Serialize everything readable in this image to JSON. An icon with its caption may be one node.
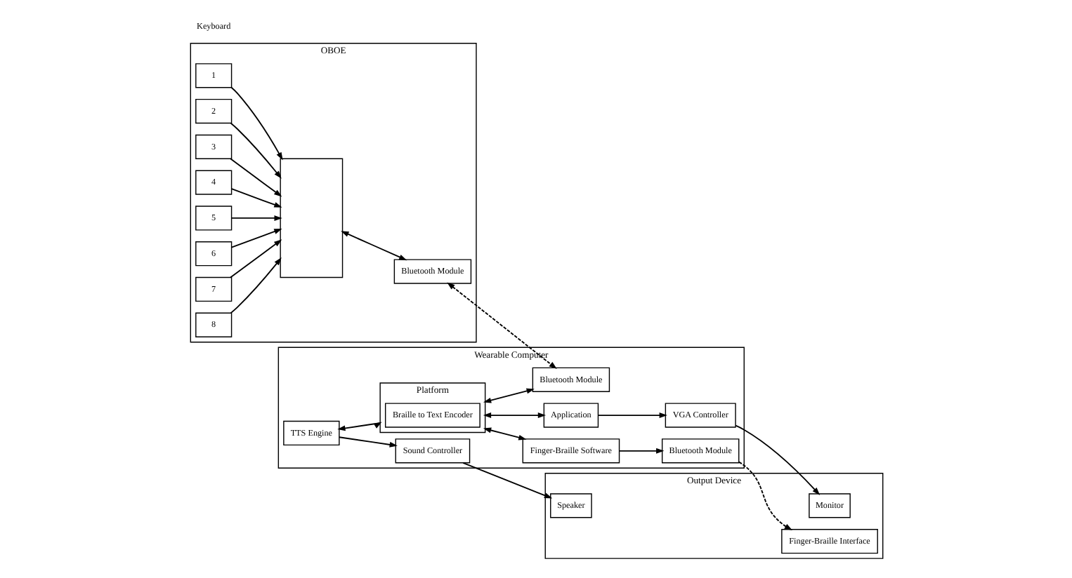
{
  "diagram": {
    "nodes": [
      {
        "text": [
          "OBOE"
        ]
      },
      {
        "text": [
          "1"
        ],
        "in": 0
      },
      {
        "text": [
          "2"
        ],
        "in": 0
      },
      {
        "text": [
          "3"
        ],
        "in": 0
      },
      {
        "text": [
          "4"
        ],
        "in": 0
      },
      {
        "text": [
          "5"
        ],
        "in": 0
      },
      {
        "text": [
          "6"
        ],
        "in": 0
      },
      {
        "text": [
          "7"
        ],
        "in": 0
      },
      {
        "text": [
          "8"
        ],
        "in": 0
      },
      {
        "text": [],
        "shape": "box",
        "in": 0
      },
      {
        "text": [
          "Bluetooth Module"
        ],
        "in": 0
      },
      {
        "text": [
          "Wearable Computer"
        ]
      },
      {
        "text": [
          "TTS Engine"
        ],
        "in": 11
      },
      {
        "text": [
          "Sound Controller"
        ],
        "in": 11
      },
      {
        "text": [
          "Finger-Braille Software"
        ],
        "in": 11
      },
      {
        "text": [
          "Platform"
        ],
        "in": 11
      },
      {
        "text": [
          "Braille to Text Encoder"
        ],
        "in": 15
      },
      {
        "text": [
          "Bluetooth Module"
        ],
        "in": 11
      },
      {
        "text": [
          "Application"
        ],
        "in": 11
      },
      {
        "text": [
          "Bluetooth Module"
        ],
        "in": 11
      },
      {
        "text": [
          "VGA Controller"
        ],
        "in": 11
      },
      {
        "text": [
          "Output Device"
        ]
      },
      {
        "text": [
          "Speaker"
        ],
        "in": 21
      },
      {
        "text": [
          "Finger-Braille Interface"
        ],
        "in": 21
      },
      {
        "text": [
          "Monitor"
        ],
        "in": 21
      }
    ],
    "edges": [
      {
        "from": 1,
        "to": 9,
        "arrow": "to"
      },
      {
        "from": 2,
        "to": 9,
        "arrow": "to"
      },
      {
        "from": 3,
        "to": 9,
        "arrow": "to"
      },
      {
        "from": 4,
        "to": 9,
        "arrow": "to"
      },
      {
        "from": 5,
        "to": 9,
        "arrow": "to"
      },
      {
        "from": 6,
        "to": 9,
        "arrow": "to"
      },
      {
        "from": 7,
        "to": 9,
        "arrow": "to"
      },
      {
        "from": 8,
        "to": 9,
        "arrow": "to"
      },
      {
        "from": 9,
        "to": 10,
        "arrow": "both"
      },
      {
        "from": 10,
        "to": 19,
        "arrow": "both",
        "style": "dashed"
      },
      {
        "from": 12,
        "to": 13,
        "arrow": "to"
      },
      {
        "from": 12,
        "to": 15,
        "arrow": "both"
      },
      {
        "from": 15,
        "to": 14,
        "arrow": "both"
      },
      {
        "from": 14,
        "to": 17,
        "arrow": "to"
      },
      {
        "from": 15,
        "to": 18,
        "arrow": "both"
      },
      {
        "from": 15,
        "to": 19,
        "arrow": "both"
      },
      {
        "from": 18,
        "to": 20,
        "arrow": "to"
      },
      {
        "from": 13,
        "to": 22,
        "arrow": "to"
      },
      {
        "from": 17,
        "to": 23,
        "arrow": "to",
        "style": "dashed"
      },
      {
        "from": 20,
        "to": 24,
        "arrow": "to"
      }
    ],
    "labels": [
      "Keyboard"
    ]
  }
}
